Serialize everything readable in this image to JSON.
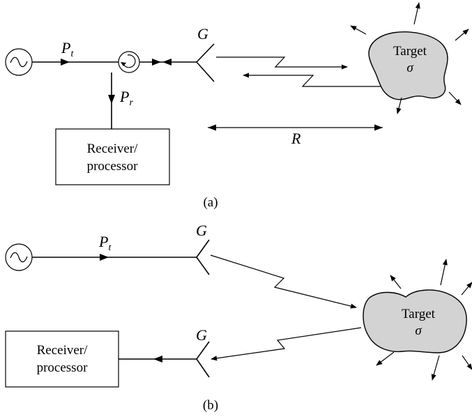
{
  "panels": [
    {
      "caption": "(a)",
      "transmit_power_label": "P",
      "transmit_power_sub": "t",
      "receive_power_label": "P",
      "receive_power_sub": "r",
      "gain_label": "G",
      "range_label": "R",
      "receiver_line1": "Receiver/",
      "receiver_line2": "processor",
      "target_line1": "Target",
      "target_line2": "σ"
    },
    {
      "caption": "(b)",
      "transmit_power_label": "P",
      "transmit_power_sub": "t",
      "tx_gain_label": "G",
      "rx_gain_label": "G",
      "receiver_line1": "Receiver/",
      "receiver_line2": "processor",
      "target_line1": "Target",
      "target_line2": "σ"
    }
  ],
  "colors": {
    "line": "#000000",
    "target_fill": "#d3d3d3",
    "background": "#ffffff"
  }
}
